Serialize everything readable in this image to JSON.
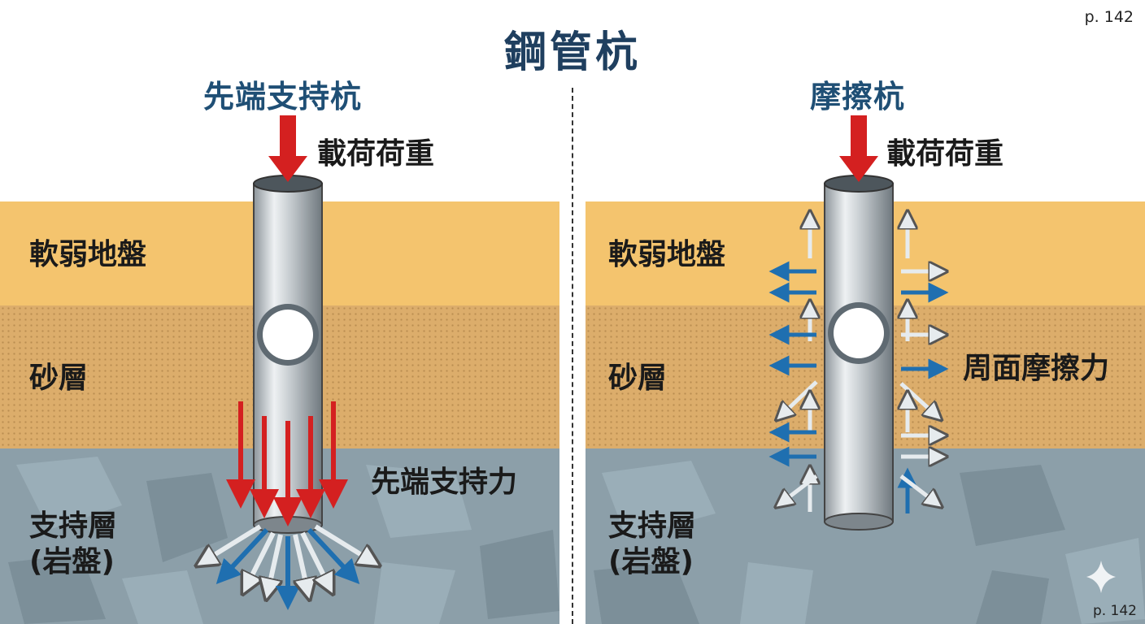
{
  "title": "鋼管杭",
  "page_label": "p. 142",
  "left": {
    "heading": "先端支持杭",
    "load_label": "載荷荷重",
    "force_label": "先端支持力",
    "layers": [
      "軟弱地盤",
      "砂層",
      "支持層",
      "(岩盤)"
    ]
  },
  "right": {
    "heading": "摩擦杭",
    "load_label": "載荷荷重",
    "force_label": "周面摩擦力",
    "layers": [
      "軟弱地盤",
      "砂層",
      "支持層",
      "(岩盤)"
    ]
  },
  "colors": {
    "soft_soil": "#f4c46e",
    "sand": "#dcad6b",
    "rock": "#8c9fa9",
    "load_arrow": "#d42020",
    "friction_blue": "#1f6fb0",
    "friction_gray": "#8a959c",
    "title": "#1f3f5f"
  }
}
